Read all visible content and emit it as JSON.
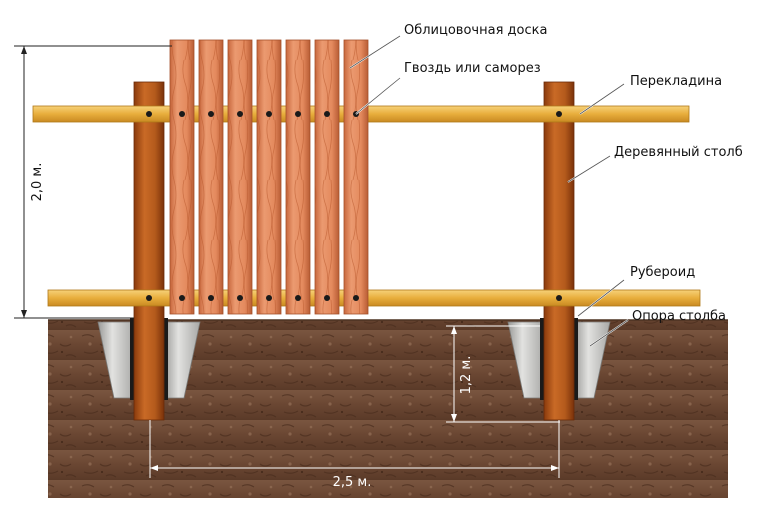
{
  "labels": {
    "facing_board": "Облицовочная доска",
    "nail_or_screw": "Гвоздь или саморез",
    "crossbar": "Перекладина",
    "wooden_post": "Деревянный столб",
    "roofing_felt": "Рубероид",
    "post_support": "Опора столба"
  },
  "dimensions": {
    "height": "2,0 м.",
    "depth": "1,2 м.",
    "span": "2,5 м."
  },
  "colors": {
    "soil": "#6b4a36",
    "wood_post": "#b85a1c",
    "crossbar": "#e8b040",
    "board": "#e08a60",
    "concrete": "#c8c8c6",
    "felt": "#1a1a1a"
  }
}
